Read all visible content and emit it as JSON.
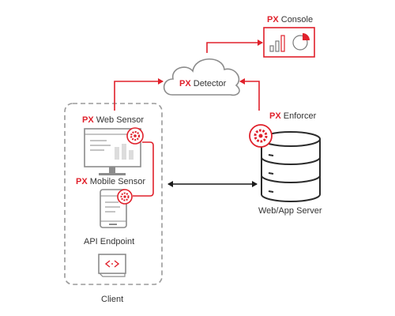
{
  "labels": {
    "px_prefix": "PX",
    "console": "Console",
    "detector": "Detector",
    "web_sensor": "Web Sensor",
    "mobile_sensor": "Mobile Sensor",
    "enforcer": "Enforcer",
    "api_endpoint": "API Endpoint",
    "web_app_server": "Web/App Server",
    "client": "Client"
  },
  "colors": {
    "accent": "#e0212b",
    "line_dark": "#1a1a1a",
    "gray": "#8c8c8c",
    "light_gray": "#d9d9d9"
  },
  "icons": {
    "console": "dashboard-chart-icon",
    "detector": "cloud-icon",
    "server": "database-server-icon",
    "desktop": "desktop-monitor-icon",
    "mobile": "mobile-phone-icon",
    "api": "code-document-icon",
    "sensor": "gear-icon"
  }
}
